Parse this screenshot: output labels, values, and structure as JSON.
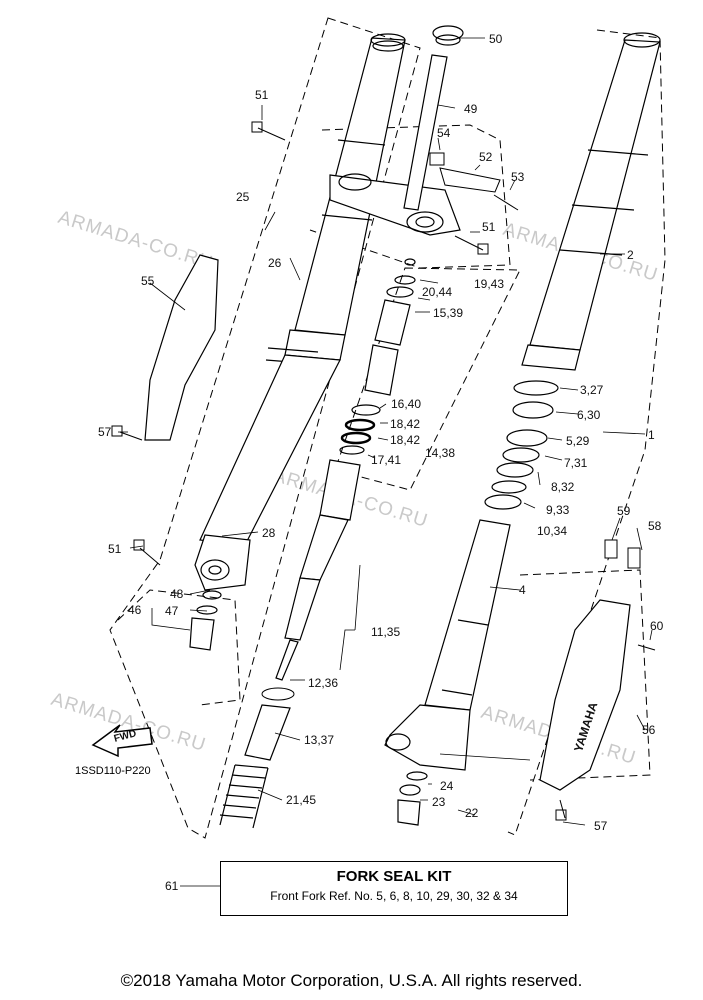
{
  "diagram": {
    "code": "1SSD110-P220",
    "watermark": "ARMADA-CO.RU",
    "fwd_label": "FWD",
    "callouts": {
      "c1": "1",
      "c2": "2",
      "c3": "3,27",
      "c4": "4",
      "c5": "5,29",
      "c6": "6,30",
      "c7": "7,31",
      "c8": "8,32",
      "c9": "9,33",
      "c10": "10,34",
      "c11": "11,35",
      "c12": "12,36",
      "c13": "13,37",
      "c14": "14,38",
      "c15": "15,39",
      "c16": "16,40",
      "c17": "17,41",
      "c18a": "18,42",
      "c18b": "18,42",
      "c19": "19,43",
      "c20": "20,44",
      "c21": "21,45",
      "c22": "22",
      "c23": "23",
      "c24": "24",
      "c25": "25",
      "c26": "26",
      "c28": "28",
      "c46": "46",
      "c47": "47",
      "c48": "48",
      "c49": "49",
      "c50": "50",
      "c51a": "51",
      "c51b": "51",
      "c51c": "51",
      "c52": "52",
      "c53": "53",
      "c54": "54",
      "c55": "55",
      "c56": "56",
      "c57a": "57",
      "c57b": "57",
      "c58": "58",
      "c59": "59",
      "c60": "60",
      "c61": "61"
    },
    "guard_lettering": "YAMAHA"
  },
  "kit": {
    "title": "FORK SEAL KIT",
    "description": "Front Fork Ref. No. 5, 6, 8, 10, 29, 30, 32 & 34"
  },
  "footer": {
    "copyright": "©2018 Yamaha Motor Corporation, U.S.A. All rights reserved."
  }
}
